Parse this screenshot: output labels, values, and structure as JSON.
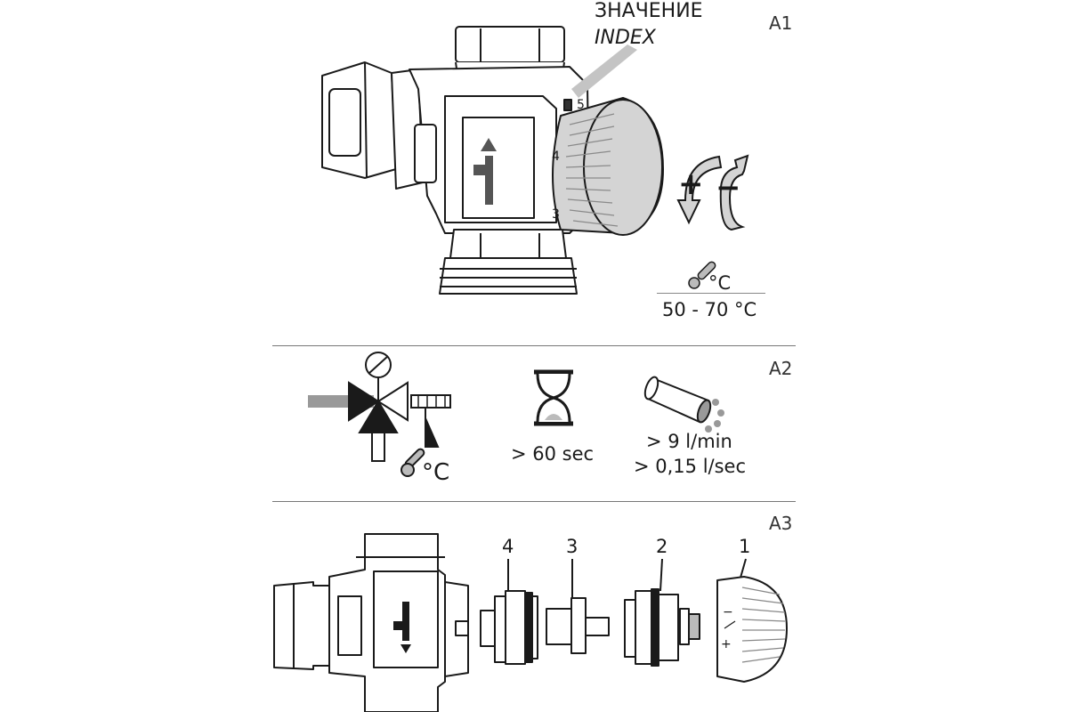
{
  "section_a1": {
    "id": "A1",
    "callout_line1": "ЗНАЧЕНИЕ",
    "callout_line2": "INDEX",
    "knob_marks": [
      "5",
      "4",
      "3"
    ],
    "plus": "+",
    "minus": "−",
    "temp_unit": "°C",
    "temp_range": "50 - 70 °C"
  },
  "section_a2": {
    "id": "A2",
    "temp_unit": "°C",
    "wait": "> 60 sec",
    "flow_lpm": "> 9 l/min",
    "flow_lps": "> 0,15 l/sec"
  },
  "section_a3": {
    "id": "A3",
    "part_numbers": [
      "4",
      "3",
      "2",
      "1"
    ],
    "knob_minus": "−",
    "knob_plus": "+"
  }
}
